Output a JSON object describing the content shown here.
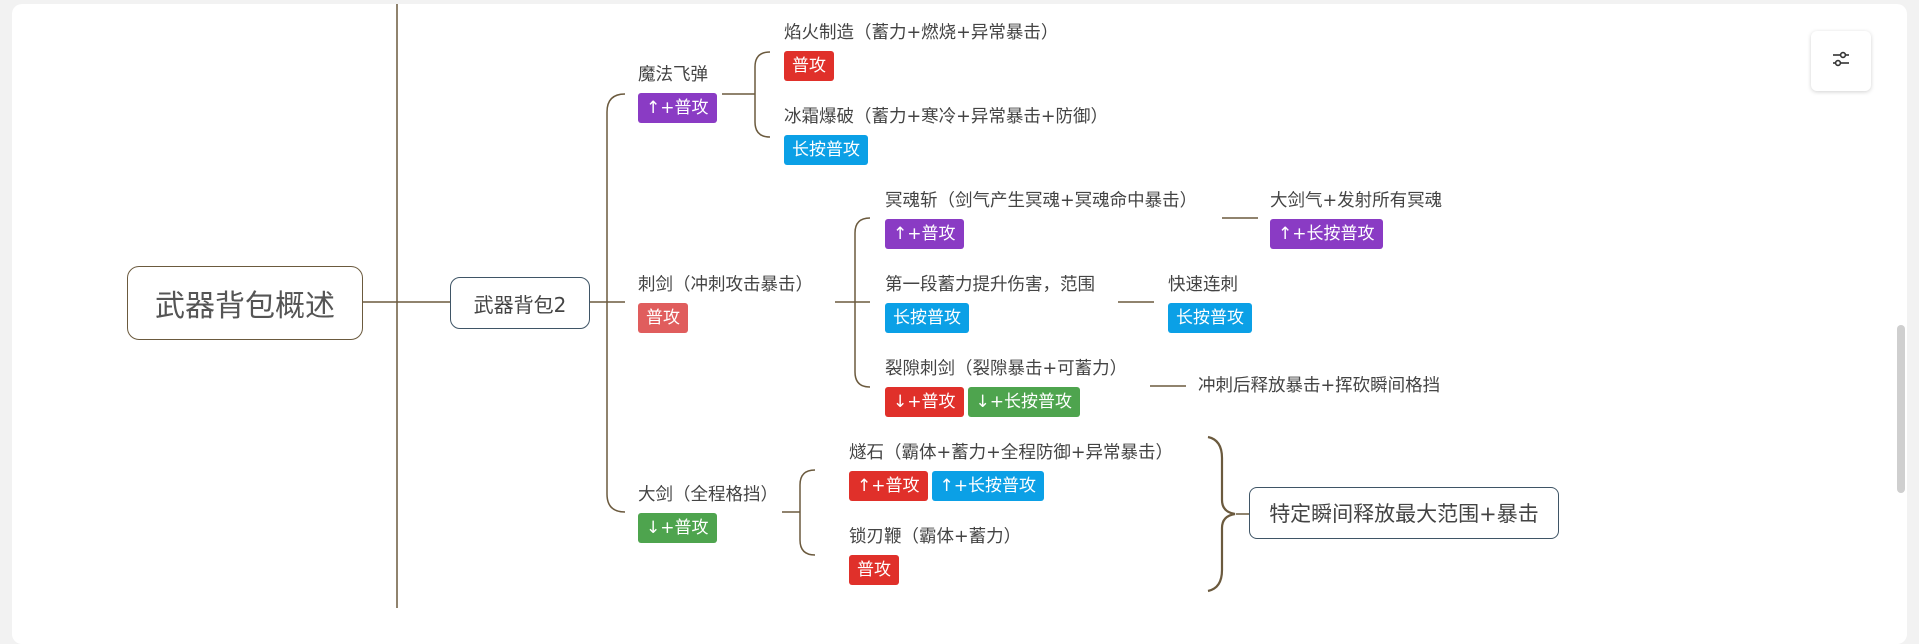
{
  "diagram": {
    "root": "武器背包概述",
    "subroot": "武器背包2",
    "summary": "特定瞬间释放最大范围+暴击",
    "branches": {
      "magic": {
        "label": "魔法飞弹",
        "tags": [
          "↑+普攻"
        ],
        "children": [
          {
            "label": "焰火制造（蓄力+燃烧+异常暴击）",
            "tags": [
              "普攻"
            ]
          },
          {
            "label": "冰霜爆破（蓄力+寒冷+异常暴击+防御）",
            "tags": [
              "长按普攻"
            ]
          }
        ]
      },
      "sword": {
        "label": "刺剑（冲刺攻击暴击）",
        "tags": [
          "普攻"
        ],
        "children": [
          {
            "label": "冥魂斩（剑气产生冥魂+冥魂命中暴击）",
            "tags": [
              "↑+普攻"
            ],
            "next": {
              "label": "大剑气+发射所有冥魂",
              "tags": [
                "↑+长按普攻"
              ]
            }
          },
          {
            "label": "第一段蓄力提升伤害，范围",
            "tags": [
              "长按普攻"
            ],
            "next": {
              "label": "快速连刺",
              "tags": [
                "长按普攻"
              ]
            }
          },
          {
            "label": "裂隙刺剑（裂隙暴击+可蓄力）",
            "tags": [
              "↓+普攻",
              "↓+长按普攻"
            ],
            "next": {
              "label": "冲刺后释放暴击+挥砍瞬间格挡"
            }
          }
        ]
      },
      "great": {
        "label": "大剑（全程格挡）",
        "tags": [
          "↓+普攻"
        ],
        "children": [
          {
            "label": "燧石（霸体+蓄力+全程防御+异常暴击）",
            "tags": [
              "↑+普攻",
              "↑+长按普攻"
            ]
          },
          {
            "label": "锁刃鞭（霸体+蓄力）",
            "tags": [
              "普攻"
            ]
          }
        ]
      }
    }
  },
  "colors": {
    "purple": "#8a3bc4",
    "red": "#e0302a",
    "pink": "#e05d5d",
    "blue": "#0ba0e6",
    "green": "#4ea44e",
    "line": "#6b5a3e"
  },
  "toolbar": {
    "settings_icon": "sliders-icon"
  }
}
